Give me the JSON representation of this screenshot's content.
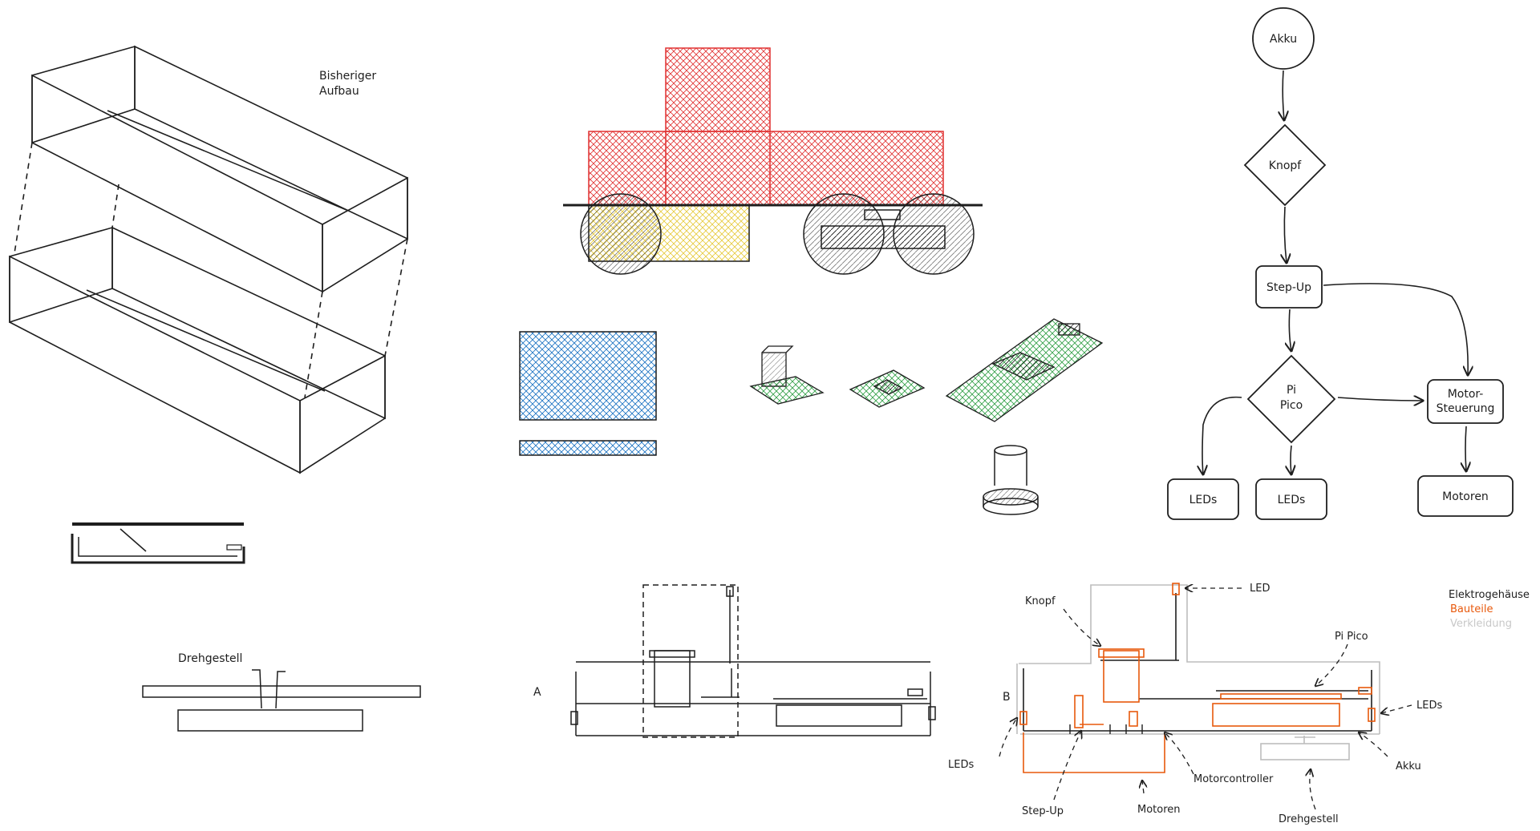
{
  "colors": {
    "ink": "#1e1e1e",
    "red": "#e03131",
    "yellow": "#f0d84a",
    "blue": "#1971c2",
    "green": "#2f9e44",
    "orange": "#e8590c",
    "gray": "#bdbdbd"
  },
  "sketch": {
    "title_line1": "Bisheriger",
    "title_line2": "Aufbau",
    "drehgestell": "Drehgestell"
  },
  "section_a": {
    "label": "A"
  },
  "flowchart": {
    "nodes": {
      "akku": "Akku",
      "knopf": "Knopf",
      "stepup": "Step-Up",
      "pico_line1": "Pi",
      "pico_line2": "Pico",
      "motor_line1": "Motor-",
      "motor_line2": "Steuerung",
      "leds1": "LEDs",
      "leds2": "LEDs",
      "motoren": "Motoren"
    }
  },
  "section_b": {
    "label": "B",
    "legend": {
      "elektro": "Elektrogehäuse",
      "bauteile": "Bauteile",
      "verkleidung": "Verkleidung"
    },
    "callouts": {
      "led": "LED",
      "knopf": "Knopf",
      "pipico": "Pi Pico",
      "leds_right": "LEDs",
      "leds_left": "LEDs",
      "akku": "Akku",
      "motorcontroller": "Motorcontroller",
      "stepup": "Step-Up",
      "motoren": "Motoren",
      "drehgestell": "Drehgestell"
    }
  }
}
